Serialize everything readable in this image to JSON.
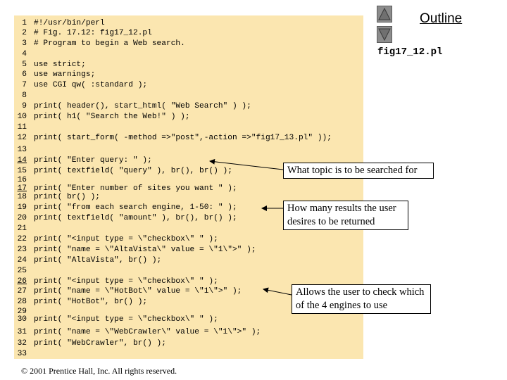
{
  "header": {
    "outline_label": "Outline",
    "filename": "fig17_12.pl"
  },
  "nav": {
    "up_icon": "triangle-up-icon",
    "down_icon": "triangle-down-icon"
  },
  "code_lines": [
    {
      "num": "1",
      "text": "#!/usr/bin/perl"
    },
    {
      "num": "2",
      "text": "# Fig. 17.12: fig17_12.pl"
    },
    {
      "num": "3",
      "text": "# Program to begin a Web search."
    },
    {
      "num": "4",
      "text": ""
    },
    {
      "num": "5",
      "text": "use strict;"
    },
    {
      "num": "6",
      "text": "use warnings;"
    },
    {
      "num": "7",
      "text": "use CGI qw( :standard );"
    },
    {
      "num": "8",
      "text": ""
    },
    {
      "num": "9",
      "text": "print( header(), start_html( \"Web Search\" ) );"
    },
    {
      "num": "10",
      "text": "print( h1( \"Search the Web!\" ) );"
    },
    {
      "num": "11",
      "text": ""
    },
    {
      "num": "12",
      "text": "print( start_form( -method =>\"post\",-action =>\"fig17_13.pl\" ));"
    },
    {
      "num": "13",
      "text": ""
    },
    {
      "num": "14",
      "text": "print( \"Enter query: \" );"
    },
    {
      "num": "15",
      "text": "print( textfield( \"query\" ), br(), br() );"
    },
    {
      "num": "16",
      "text": ""
    },
    {
      "num": "17",
      "text": "print( \"Enter number of sites you want \" );"
    },
    {
      "num": "18",
      "text": "print( br() );"
    },
    {
      "num": "19",
      "text": "print( \"from each search engine, 1-50: \" );"
    },
    {
      "num": "20",
      "text": "print( textfield( \"amount\" ), br(), br() );"
    },
    {
      "num": "21",
      "text": ""
    },
    {
      "num": "22",
      "text": "print( \"<input type = \\\"checkbox\\\" \" );"
    },
    {
      "num": "23",
      "text": "print( \"name = \\\"AltaVista\\\" value = \\\"1\\\">\" );"
    },
    {
      "num": "24",
      "text": "print( \"AltaVista\", br() );"
    },
    {
      "num": "25",
      "text": ""
    },
    {
      "num": "26",
      "text": "print( \"<input type = \\\"checkbox\\\" \" );"
    },
    {
      "num": "27",
      "text": "print( \"name = \\\"HotBot\\\" value = \\\"1\\\">\" );"
    },
    {
      "num": "28",
      "text": "print( \"HotBot\", br() );"
    },
    {
      "num": "29",
      "text": ""
    },
    {
      "num": "30",
      "text": "print( \"<input type = \\\"checkbox\\\" \" );"
    },
    {
      "num": "31",
      "text": "print( \"name = \\\"WebCrawler\\\" value = \\\"1\\\">\" );"
    },
    {
      "num": "32",
      "text": "print( \"WebCrawler\", br() );"
    },
    {
      "num": "33",
      "text": ""
    }
  ],
  "callouts": {
    "query": "What topic is to be searched for",
    "amount": "How many results the user desires to be returned",
    "engines": "Allows the user to check which of the 4 engines to use"
  },
  "footer": "© 2001 Prentice Hall, Inc.  All rights reserved.",
  "colors": {
    "code_background": "#fbe6b0",
    "button_fill": "#8c8c8c"
  }
}
